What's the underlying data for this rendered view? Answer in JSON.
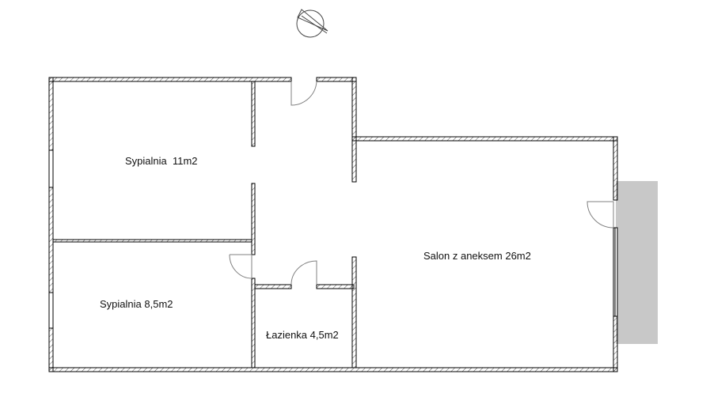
{
  "rooms": {
    "bedroom1": "Sypialnia  11m2",
    "bedroom2": "Sypialnia 8,5m2",
    "bathroom": "Łazienka 4,5m2",
    "living": "Salon z aneksem 26m2"
  },
  "icons": {
    "compass": "compass-north-arrow-icon"
  },
  "colors": {
    "wall": "#000000",
    "balcony": "#c8c8c8",
    "door": "#808080"
  }
}
